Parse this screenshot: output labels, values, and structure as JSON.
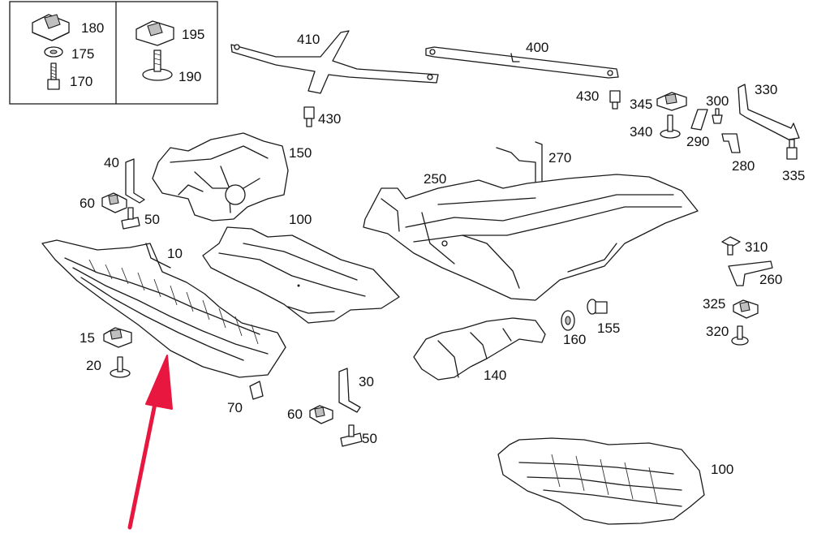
{
  "diagram": {
    "callouts": {
      "p180": "180",
      "p175": "175",
      "p170": "170",
      "p195": "195",
      "p190": "190",
      "p410": "410",
      "p400": "400",
      "p430a": "430",
      "p430b": "430",
      "p345": "345",
      "p300": "300",
      "p330": "330",
      "p340": "340",
      "p290": "290",
      "p280": "280",
      "p335": "335",
      "p40": "40",
      "p60a": "60",
      "p50a": "50",
      "p150": "150",
      "p270": "270",
      "p250": "250",
      "p100a": "100",
      "p10": "10",
      "p310": "310",
      "p260": "260",
      "p325": "325",
      "p320": "320",
      "p15": "15",
      "p20": "20",
      "p160": "160",
      "p155": "155",
      "p140": "140",
      "p30": "30",
      "p70": "70",
      "p60b": "60",
      "p50b": "50",
      "p100b": "100"
    },
    "highlight": {
      "target_part": "10",
      "arrow_color": "#e8173f"
    },
    "colors": {
      "line": "#1a1a1a",
      "shade": "#bfbfbf",
      "background": "#ffffff"
    }
  }
}
